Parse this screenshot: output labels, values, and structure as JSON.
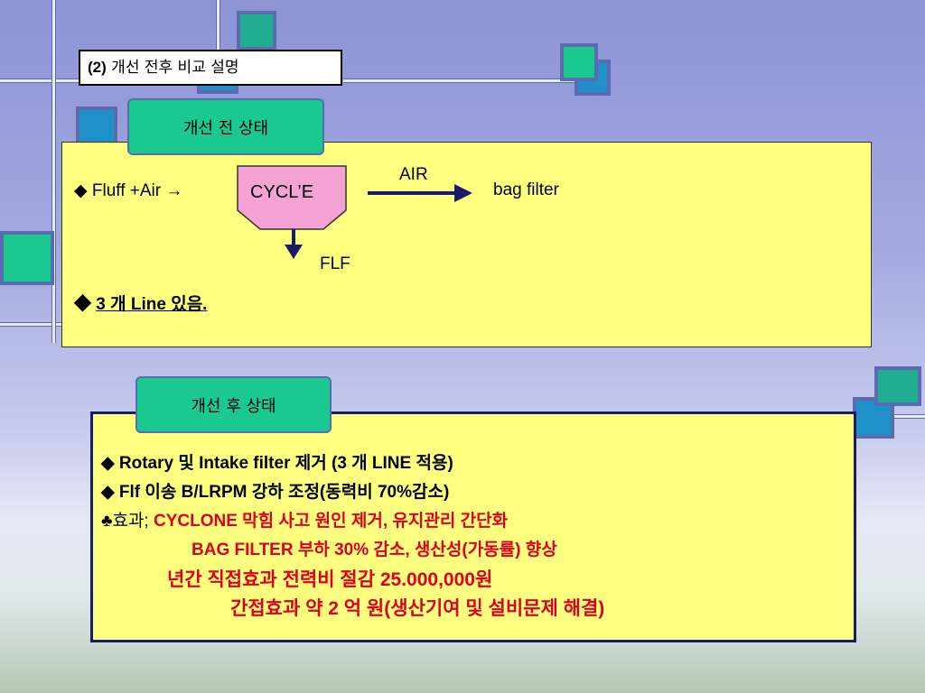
{
  "title": {
    "num": "(2)",
    "text": " 개선 전후  비교 설명"
  },
  "before": {
    "tag": "개선 전 상태",
    "line1_prefix": "◆ Fluff +Air ",
    "arrow": "→",
    "cyclone": "CYCL’E",
    "air": "AIR",
    "bag_filter": "bag filter",
    "flf": "FLF",
    "line2_bullet": "◆ ",
    "line2_text": "3 개 Line 있음."
  },
  "after": {
    "tag": "개선 후 상태",
    "row1": "◆ Rotary 및 Intake filter 제거 (3 개 LINE 적용)",
    "row2": "◆ Flf 이송 B/LRPM 강하 조정(동력비 70%감소)",
    "row3_prefix": "♣효과;  ",
    "row3_red": "CYCLONE 막힘 사고 원인 제거, 유지관리 간단화",
    "row4": "BAG FILTER 부하 30% 감소, 생산성(가동률) 향상",
    "row5": "년간 직접효과 전력비 절감 25.000,000원",
    "row6": "간접효과 약 2 억 원(생산기여 및 설비문제 해결)"
  },
  "colors": {
    "panel": "#ffff80",
    "tag": "#19c98f",
    "accent_red": "#e0001b",
    "arrow": "#1b1b6b",
    "cyclone_fill": "#f5a3d4"
  }
}
